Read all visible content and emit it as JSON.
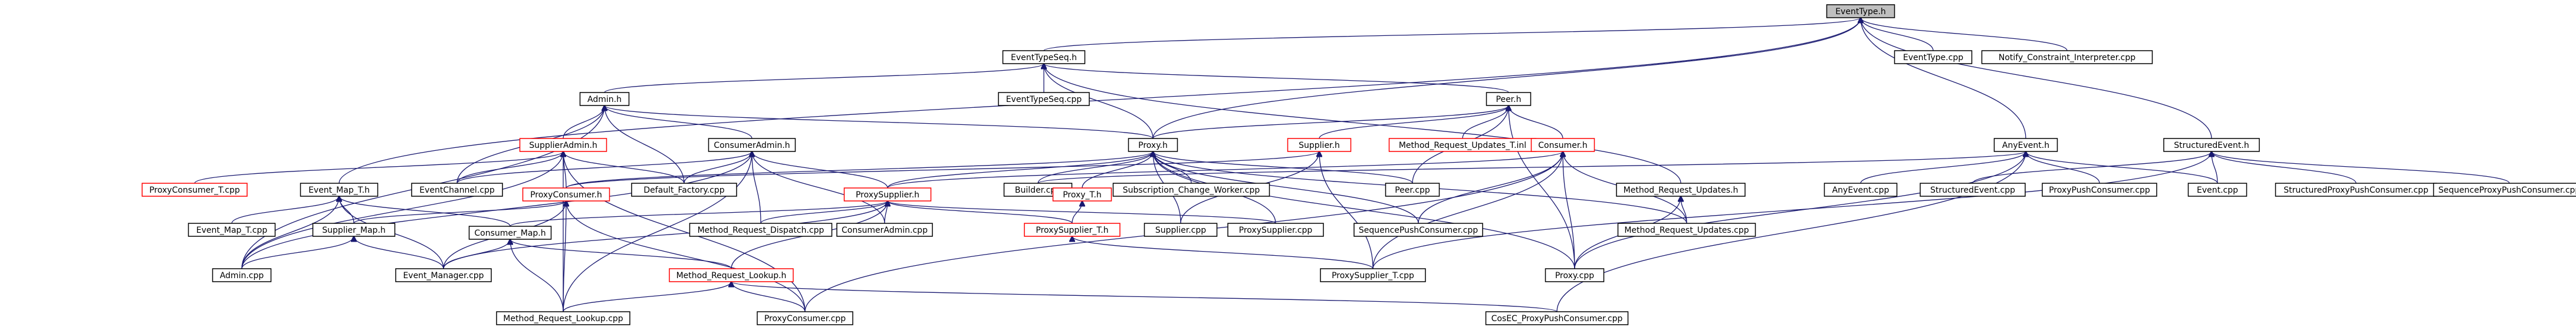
{
  "diagram": {
    "nodes": [
      {
        "id": "EventType_h",
        "label": "EventType.h",
        "style": "root"
      },
      {
        "id": "EventTypeSeq_h",
        "label": "EventTypeSeq.h",
        "style": "plain"
      },
      {
        "id": "EventType_cpp",
        "label": "EventType.cpp",
        "style": "plain"
      },
      {
        "id": "Notify_Constraint_Interpreter_cpp",
        "label": "Notify_Constraint_Interpreter.cpp",
        "style": "plain"
      },
      {
        "id": "Admin_h",
        "label": "Admin.h",
        "style": "plain"
      },
      {
        "id": "Peer_h",
        "label": "Peer.h",
        "style": "plain"
      },
      {
        "id": "EventTypeSeq_cpp",
        "label": "EventTypeSeq.cpp",
        "style": "plain"
      },
      {
        "id": "SupplierAdmin_h",
        "label": "SupplierAdmin.h",
        "style": "red"
      },
      {
        "id": "ConsumerAdmin_h",
        "label": "ConsumerAdmin.h",
        "style": "plain"
      },
      {
        "id": "Proxy_h",
        "label": "Proxy.h",
        "style": "plain"
      },
      {
        "id": "Supplier_h",
        "label": "Supplier.h",
        "style": "red"
      },
      {
        "id": "Method_Request_Updates_T_inl",
        "label": "Method_Request_Updates_T.inl",
        "style": "red"
      },
      {
        "id": "Consumer_h",
        "label": "Consumer.h",
        "style": "red"
      },
      {
        "id": "AnyEvent_h",
        "label": "AnyEvent.h",
        "style": "plain"
      },
      {
        "id": "StructuredEvent_h",
        "label": "StructuredEvent.h",
        "style": "plain"
      },
      {
        "id": "ProxyConsumer_T_cpp",
        "label": "ProxyConsumer_T.cpp",
        "style": "red"
      },
      {
        "id": "Event_Map_T_h",
        "label": "Event_Map_T.h",
        "style": "plain"
      },
      {
        "id": "EventChannel_cpp",
        "label": "EventChannel.cpp",
        "style": "plain"
      },
      {
        "id": "Default_Factory_cpp",
        "label": "Default_Factory.cpp",
        "style": "plain"
      },
      {
        "id": "Builder_cpp",
        "label": "Builder.cpp",
        "style": "plain"
      },
      {
        "id": "Subscription_Change_Worker_cpp",
        "label": "Subscription_Change_Worker.cpp",
        "style": "plain"
      },
      {
        "id": "Peer_cpp",
        "label": "Peer.cpp",
        "style": "plain"
      },
      {
        "id": "Method_Request_Updates_h",
        "label": "Method_Request_Updates.h",
        "style": "plain"
      },
      {
        "id": "AnyEvent_cpp",
        "label": "AnyEvent.cpp",
        "style": "plain"
      },
      {
        "id": "StructuredEvent_cpp",
        "label": "StructuredEvent.cpp",
        "style": "plain"
      },
      {
        "id": "ProxyPushConsumer_cpp",
        "label": "ProxyPushConsumer.cpp",
        "style": "plain"
      },
      {
        "id": "Event_cpp",
        "label": "Event.cpp",
        "style": "plain"
      },
      {
        "id": "StructuredProxyPushConsumer_cpp",
        "label": "StructuredProxyPushConsumer.cpp",
        "style": "plain"
      },
      {
        "id": "SequenceProxyPushConsumer_cpp",
        "label": "SequenceProxyPushConsumer.cpp",
        "style": "plain"
      },
      {
        "id": "ProxyConsumer_h",
        "label": "ProxyConsumer.h",
        "style": "red"
      },
      {
        "id": "ProxySupplier_h",
        "label": "ProxySupplier.h",
        "style": "red"
      },
      {
        "id": "Proxy_T_h",
        "label": "Proxy_T.h",
        "style": "red"
      },
      {
        "id": "Event_Map_T_cpp",
        "label": "Event_Map_T.cpp",
        "style": "plain"
      },
      {
        "id": "Supplier_Map_h",
        "label": "Supplier_Map.h",
        "style": "plain"
      },
      {
        "id": "Method_Request_Dispatch_cpp",
        "label": "Method_Request_Dispatch.cpp",
        "style": "plain"
      },
      {
        "id": "ConsumerAdmin_cpp",
        "label": "ConsumerAdmin.cpp",
        "style": "plain"
      },
      {
        "id": "ProxySupplier_T_h",
        "label": "ProxySupplier_T.h",
        "style": "red"
      },
      {
        "id": "Supplier_cpp",
        "label": "Supplier.cpp",
        "style": "plain"
      },
      {
        "id": "ProxySupplier_cpp",
        "label": "ProxySupplier.cpp",
        "style": "plain"
      },
      {
        "id": "SequencePushConsumer_cpp",
        "label": "SequencePushConsumer.cpp",
        "style": "plain"
      },
      {
        "id": "Proxy_cpp",
        "label": "Proxy.cpp",
        "style": "plain"
      },
      {
        "id": "Method_Request_Updates_cpp",
        "label": "Method_Request_Updates.cpp",
        "style": "plain"
      },
      {
        "id": "Consumer_Map_h",
        "label": "Consumer_Map.h",
        "style": "plain"
      },
      {
        "id": "Admin_cpp",
        "label": "Admin.cpp",
        "style": "plain"
      },
      {
        "id": "Event_Manager_cpp",
        "label": "Event_Manager.cpp",
        "style": "plain"
      },
      {
        "id": "Method_Request_Lookup_h",
        "label": "Method_Request_Lookup.h",
        "style": "red"
      },
      {
        "id": "ProxySupplier_T_cpp",
        "label": "ProxySupplier_T.cpp",
        "style": "plain"
      },
      {
        "id": "Method_Request_Lookup_cpp",
        "label": "Method_Request_Lookup.cpp",
        "style": "plain"
      },
      {
        "id": "ProxyConsumer_cpp",
        "label": "ProxyConsumer.cpp",
        "style": "plain"
      },
      {
        "id": "CosEC_ProxyPushConsumer_cpp",
        "label": "CosEC_ProxyPushConsumer.cpp",
        "style": "plain"
      }
    ],
    "edges": [
      [
        "EventTypeSeq_h",
        "EventType_h"
      ],
      [
        "EventType_cpp",
        "EventType_h"
      ],
      [
        "Notify_Constraint_Interpreter_cpp",
        "EventType_h"
      ],
      [
        "AnyEvent_h",
        "EventType_h"
      ],
      [
        "StructuredEvent_h",
        "EventType_h"
      ],
      [
        "Event_Map_T_h",
        "EventType_h"
      ],
      [
        "Proxy_h",
        "EventType_h"
      ],
      [
        "Admin_h",
        "EventTypeSeq_h"
      ],
      [
        "Peer_h",
        "EventTypeSeq_h"
      ],
      [
        "EventTypeSeq_cpp",
        "EventTypeSeq_h"
      ],
      [
        "Proxy_h",
        "EventTypeSeq_h"
      ],
      [
        "Method_Request_Updates_h",
        "EventTypeSeq_h"
      ],
      [
        "SupplierAdmin_h",
        "Admin_h"
      ],
      [
        "ConsumerAdmin_h",
        "Admin_h"
      ],
      [
        "Proxy_h",
        "Admin_h"
      ],
      [
        "Default_Factory_cpp",
        "Admin_h"
      ],
      [
        "EventChannel_cpp",
        "Admin_h"
      ],
      [
        "Admin_cpp",
        "Admin_h"
      ],
      [
        "Supplier_h",
        "Peer_h"
      ],
      [
        "Method_Request_Updates_T_inl",
        "Peer_h"
      ],
      [
        "Consumer_h",
        "Peer_h"
      ],
      [
        "Peer_cpp",
        "Peer_h"
      ],
      [
        "Proxy_cpp",
        "Peer_h"
      ],
      [
        "Proxy_h",
        "Peer_h"
      ],
      [
        "ProxyConsumer_T_cpp",
        "SupplierAdmin_h"
      ],
      [
        "EventChannel_cpp",
        "SupplierAdmin_h"
      ],
      [
        "Default_Factory_cpp",
        "SupplierAdmin_h"
      ],
      [
        "ProxyConsumer_h",
        "SupplierAdmin_h"
      ],
      [
        "Admin_cpp",
        "SupplierAdmin_h"
      ],
      [
        "Method_Request_Lookup_cpp",
        "SupplierAdmin_h"
      ],
      [
        "ProxyConsumer_cpp",
        "SupplierAdmin_h"
      ],
      [
        "EventChannel_cpp",
        "ConsumerAdmin_h"
      ],
      [
        "Default_Factory_cpp",
        "ConsumerAdmin_h"
      ],
      [
        "ConsumerAdmin_cpp",
        "ConsumerAdmin_h"
      ],
      [
        "Method_Request_Dispatch_cpp",
        "ConsumerAdmin_h"
      ],
      [
        "ProxySupplier_h",
        "ConsumerAdmin_h"
      ],
      [
        "Admin_cpp",
        "ConsumerAdmin_h"
      ],
      [
        "Method_Request_Lookup_cpp",
        "ConsumerAdmin_h"
      ],
      [
        "ProxyConsumer_h",
        "Proxy_h"
      ],
      [
        "ProxySupplier_h",
        "Proxy_h"
      ],
      [
        "Proxy_T_h",
        "Proxy_h"
      ],
      [
        "Builder_cpp",
        "Proxy_h"
      ],
      [
        "Subscription_Change_Worker_cpp",
        "Proxy_h"
      ],
      [
        "Peer_cpp",
        "Proxy_h"
      ],
      [
        "Proxy_cpp",
        "Proxy_h"
      ],
      [
        "Method_Request_Updates_cpp",
        "Proxy_h"
      ],
      [
        "Supplier_cpp",
        "Proxy_h"
      ],
      [
        "ProxySupplier_cpp",
        "Proxy_h"
      ],
      [
        "SequencePushConsumer_cpp",
        "Proxy_h"
      ],
      [
        "Supplier_cpp",
        "Supplier_h"
      ],
      [
        "ProxyConsumer_h",
        "Supplier_h"
      ],
      [
        "ProxySupplier_T_cpp",
        "Supplier_h"
      ],
      [
        "Proxy_cpp",
        "Consumer_h"
      ],
      [
        "ProxySupplier_h",
        "Consumer_h"
      ],
      [
        "SequencePushConsumer_cpp",
        "Consumer_h"
      ],
      [
        "Method_Request_Updates_cpp",
        "Consumer_h"
      ],
      [
        "ProxySupplier_T_cpp",
        "Consumer_h"
      ],
      [
        "ProxyConsumer_cpp",
        "Consumer_h"
      ],
      [
        "AnyEvent_cpp",
        "AnyEvent_h"
      ],
      [
        "ProxyPushConsumer_cpp",
        "AnyEvent_h"
      ],
      [
        "Event_cpp",
        "AnyEvent_h"
      ],
      [
        "Builder_cpp",
        "AnyEvent_h"
      ],
      [
        "Proxy_cpp",
        "AnyEvent_h"
      ],
      [
        "CosEC_ProxyPushConsumer_cpp",
        "AnyEvent_h"
      ],
      [
        "StructuredEvent_cpp",
        "StructuredEvent_h"
      ],
      [
        "Event_cpp",
        "StructuredEvent_h"
      ],
      [
        "StructuredProxyPushConsumer_cpp",
        "StructuredEvent_h"
      ],
      [
        "SequenceProxyPushConsumer_cpp",
        "StructuredEvent_h"
      ],
      [
        "ProxySupplier_T_cpp",
        "StructuredEvent_h"
      ],
      [
        "Event_Map_T_cpp",
        "Event_Map_T_h"
      ],
      [
        "Supplier_Map_h",
        "Event_Map_T_h"
      ],
      [
        "Consumer_Map_h",
        "Event_Map_T_h"
      ],
      [
        "Admin_cpp",
        "Event_Map_T_h"
      ],
      [
        "Event_Manager_cpp",
        "Event_Map_T_h"
      ],
      [
        "Supplier_Map_h",
        "ProxyConsumer_h"
      ],
      [
        "Method_Request_Lookup_cpp",
        "ProxyConsumer_h"
      ],
      [
        "ProxyConsumer_cpp",
        "ProxyConsumer_h"
      ],
      [
        "Event_Manager_cpp",
        "ProxyConsumer_h"
      ],
      [
        "Consumer_Map_h",
        "ProxySupplier_h"
      ],
      [
        "Method_Request_Dispatch_cpp",
        "ProxySupplier_h"
      ],
      [
        "ConsumerAdmin_cpp",
        "ProxySupplier_h"
      ],
      [
        "ProxySupplier_T_h",
        "ProxySupplier_h"
      ],
      [
        "ProxySupplier_cpp",
        "ProxySupplier_h"
      ],
      [
        "Method_Request_Lookup_h",
        "ProxySupplier_h"
      ],
      [
        "Event_Manager_cpp",
        "ProxySupplier_h"
      ],
      [
        "ProxySupplier_T_h",
        "Proxy_T_h"
      ],
      [
        "Proxy_cpp",
        "Method_Request_Updates_h"
      ],
      [
        "Method_Request_Updates_cpp",
        "Method_Request_Updates_h"
      ],
      [
        "Admin_cpp",
        "Supplier_Map_h"
      ],
      [
        "Event_Manager_cpp",
        "Supplier_Map_h"
      ],
      [
        "Event_Manager_cpp",
        "Consumer_Map_h"
      ],
      [
        "Method_Request_Lookup_h",
        "Consumer_Map_h"
      ],
      [
        "Method_Request_Lookup_cpp",
        "Consumer_Map_h"
      ],
      [
        "Method_Request_Lookup_cpp",
        "Method_Request_Lookup_h"
      ],
      [
        "ProxyConsumer_cpp",
        "Method_Request_Lookup_h"
      ],
      [
        "CosEC_ProxyPushConsumer_cpp",
        "Method_Request_Lookup_h"
      ],
      [
        "ProxySupplier_T_cpp",
        "ProxySupplier_T_h"
      ]
    ]
  }
}
